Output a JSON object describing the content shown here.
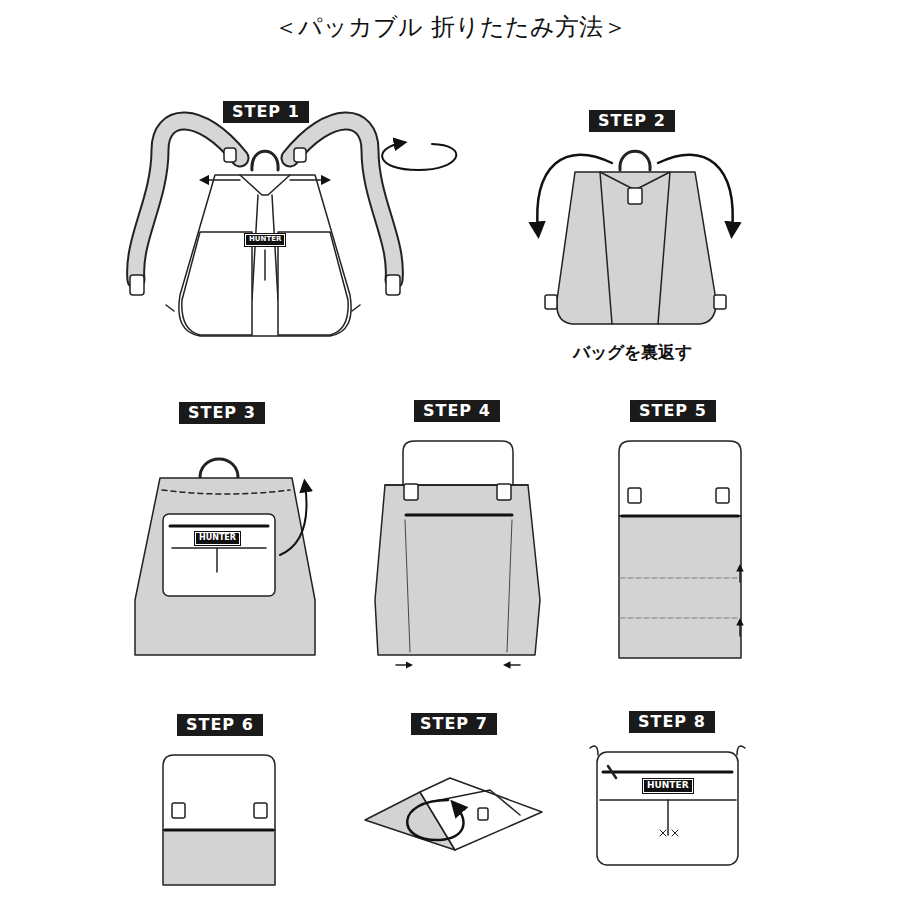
{
  "diagram": {
    "title": "＜パッカブル 折りたたみ方法＞",
    "nodes": [
      {
        "text": [
          "STEP 1"
        ]
      },
      {
        "text": [
          "STEP 2"
        ]
      },
      {
        "text": [
          "STEP 3"
        ]
      },
      {
        "text": [
          "STEP 4"
        ]
      },
      {
        "text": [
          "STEP 5"
        ]
      },
      {
        "text": [
          "STEP 6"
        ]
      },
      {
        "text": [
          "STEP 7"
        ]
      },
      {
        "text": [
          "STEP 8"
        ]
      }
    ],
    "labels": [
      "HUNTER",
      "バッグを裏返す",
      "HUNTER",
      "HUNTER"
    ]
  }
}
